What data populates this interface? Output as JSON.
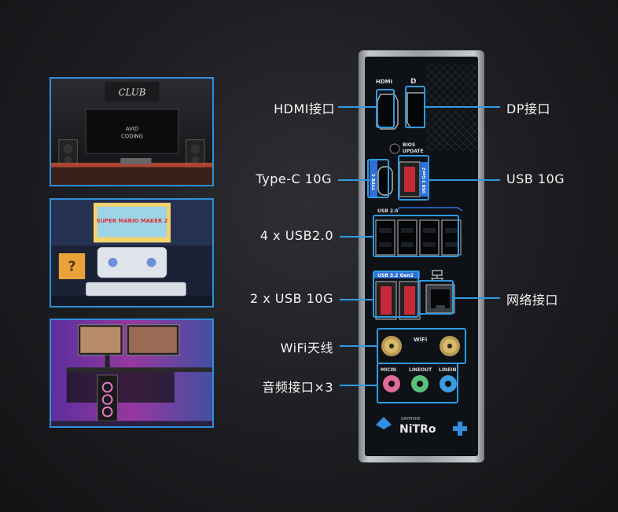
{
  "labels": {
    "hdmi": "HDMI接口",
    "dp": "DP接口",
    "typec": "Type-C 10G",
    "usb10g": "USB 10G",
    "usb20": "4 x USB2.0",
    "usb10g_pair": "2 x USB 10G",
    "lan": "网络接口",
    "wifi": "WiFi天线",
    "audio": "音频接口×3"
  },
  "panel_text": {
    "hdmi": "HDMI",
    "bios": "BIOS",
    "update": "UPDATE",
    "typec": "TYPE C",
    "usb3gen2": "USB 3 Gen2",
    "usb20": "USB 2.0",
    "usb32": "USB 3.2 Gen2",
    "wifi": "WiFi",
    "micin": "MICIN",
    "lineout": "LINEOUT",
    "linein": "LINEIN",
    "sapphire": "SAPPHIRE",
    "nitro": "NiTRo"
  },
  "photos": {
    "photo1_sign": "CLUB",
    "photo2_game": "SUPER MARIO MAKER 2"
  },
  "colors": {
    "accent": "#2f9be0",
    "frame": "#2f8fd8",
    "usb3": "#e03040",
    "audio_pink": "#e06a9a",
    "audio_green": "#59c07a",
    "audio_blue": "#3a9be0"
  }
}
